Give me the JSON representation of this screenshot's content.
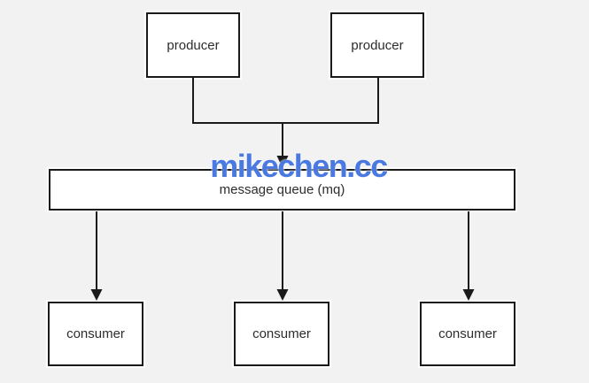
{
  "watermark": {
    "text": "mikechen.cc",
    "color": "#4a79e2"
  },
  "colors": {
    "background": "#f2f2f2",
    "node_fill": "#ffffff",
    "node_border": "#1a1a1a",
    "connector": "#1a1a1a",
    "label_text": "#2d2d2d"
  },
  "nodes": {
    "producer_1": {
      "label": "producer"
    },
    "producer_2": {
      "label": "producer"
    },
    "message_queue": {
      "label": "message queue (mq)"
    },
    "consumer_1": {
      "label": "consumer"
    },
    "consumer_2": {
      "label": "consumer"
    },
    "consumer_3": {
      "label": "consumer"
    }
  },
  "edges": [
    {
      "from": "producer_1",
      "to": "message_queue",
      "arrow": "down"
    },
    {
      "from": "producer_2",
      "to": "message_queue",
      "arrow": "down"
    },
    {
      "from": "message_queue",
      "to": "consumer_1",
      "arrow": "down"
    },
    {
      "from": "message_queue",
      "to": "consumer_2",
      "arrow": "down"
    },
    {
      "from": "message_queue",
      "to": "consumer_3",
      "arrow": "down"
    }
  ]
}
